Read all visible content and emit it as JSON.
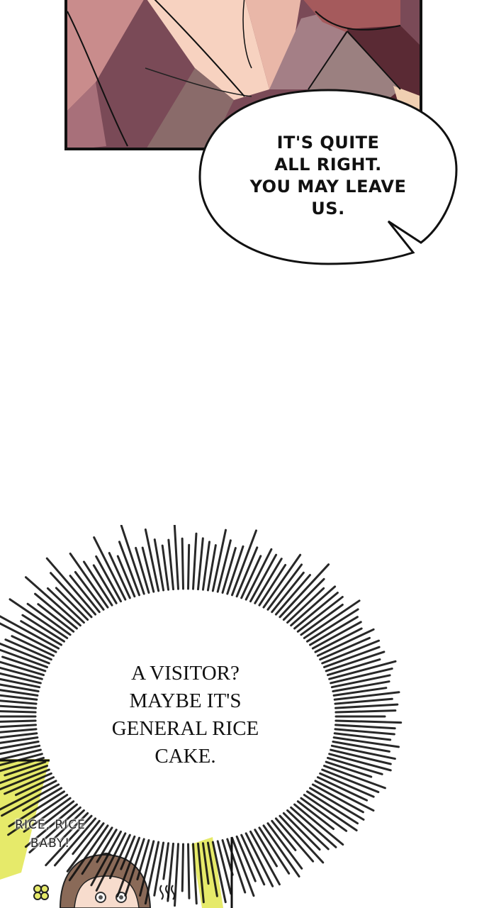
{
  "comic": {
    "panels": [
      {
        "id": "panel-1",
        "description": "Close-up of character's clothed torso in mauve/rose tones"
      }
    ],
    "speech_bubbles": [
      {
        "id": "bubble-1",
        "type": "speech",
        "lines": [
          "IT'S QUITE",
          "ALL RIGHT.",
          "YOU MAY LEAVE",
          "US."
        ]
      },
      {
        "id": "bubble-2",
        "type": "thought-burst",
        "lines": [
          "A VISITOR?",
          "MAYBE IT'S",
          "GENERAL RICE",
          "CAKE."
        ]
      }
    ],
    "sound_effects": [
      {
        "id": "sfx-1",
        "lines": [
          "RICE, RICE",
          "BABY!"
        ]
      }
    ],
    "colors": {
      "panel_border": "#111111",
      "mauve_dark": "#7a4a57",
      "mauve_light": "#c98c8c",
      "skin": "#f7d2c0",
      "accent_yellow": "#e6ea6a",
      "hair_brown": "#8a6a58"
    }
  }
}
